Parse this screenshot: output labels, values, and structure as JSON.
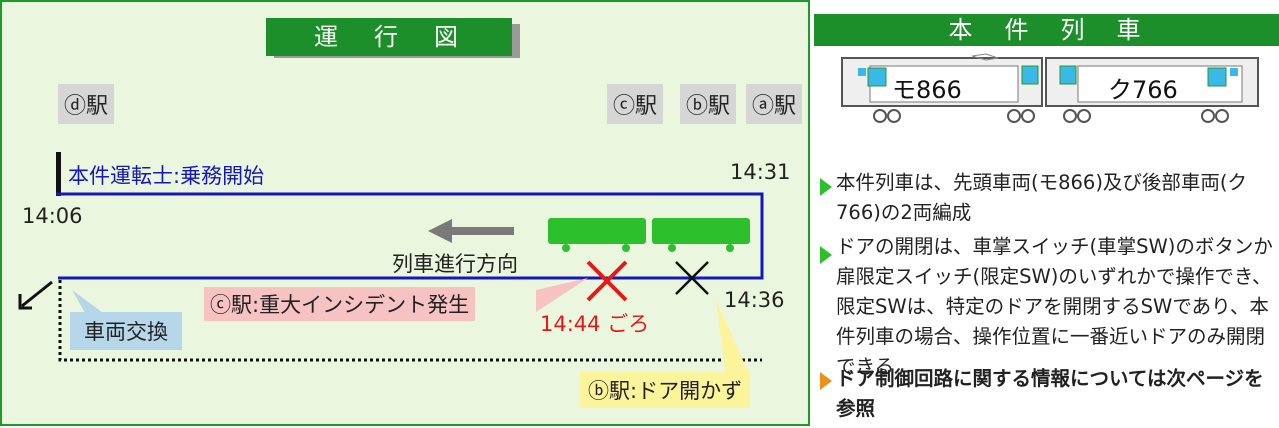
{
  "diagram": {
    "title": "運　行　図",
    "stations": {
      "d": "ⓓ駅",
      "c": "ⓒ駅",
      "b": "ⓑ駅",
      "a": "ⓐ駅"
    },
    "labels": {
      "driver_start": "本件運転士:乗務開始",
      "direction": "列車進行方向",
      "exchange": "車両交換",
      "incident": "ⓒ駅:重大インシデント発生",
      "incident_time": "14:44 ごろ",
      "door_fail": "ⓑ駅:ドア開かず"
    },
    "times": {
      "t1": "14:31",
      "t2": "14:06",
      "t3": "14:36"
    }
  },
  "train": {
    "title": "本　件　列　車",
    "car1": "モ866",
    "car2": "ク766"
  },
  "bullets": [
    "本件列車は、先頭車両(モ866)及び後部車両(ク766)の2両編成",
    "ドアの開閉は、車掌スイッチ(車掌SW)のボタンか扉限定スイッチ(限定SW)のいずれかで操作でき、限定SWは、特定のドアを開閉するSWであり、本件列車の場合、操作位置に一番近いドアのみ開閉できる",
    "ドア制御回路に関する情報については次ページを参照"
  ],
  "colors": {
    "green": "#1c8f2a",
    "blue": "#1518b8",
    "red": "#e81818",
    "orange": "#f0901a",
    "train_green": "#2cc02c"
  }
}
